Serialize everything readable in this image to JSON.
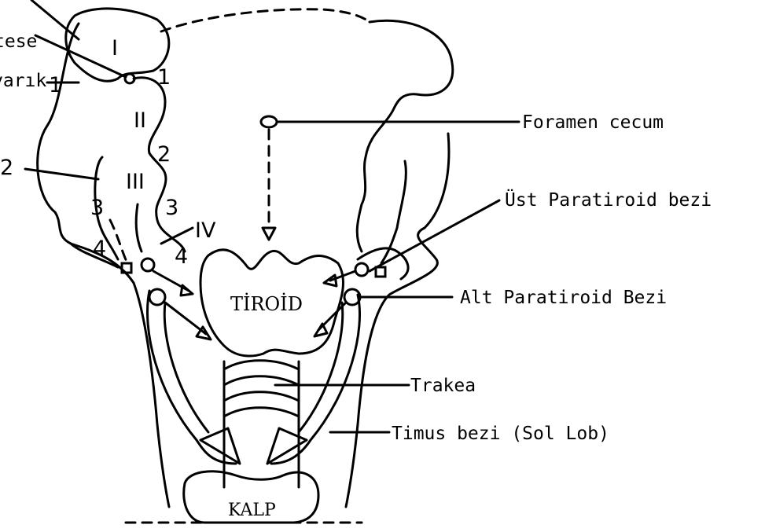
{
  "labels": {
    "top_left_1": "tese",
    "top_left_2": "yarık",
    "foramen": "Foramen cecum",
    "ust_para": "Üst Paratiroid bezi",
    "alt_para": "Alt Paratiroid Bezi",
    "trakea": "Trakea",
    "timus": "Timus bezi (Sol Lob)",
    "tiroid": "TİROİD",
    "kalp": "KALP"
  },
  "arches": {
    "I": "I",
    "II": "II",
    "III": "III",
    "IV": "IV"
  },
  "numbers": {
    "n1a": "1",
    "n1b": "1",
    "n2a": "2",
    "n2b": "2",
    "n3a": "3",
    "n3b": "3",
    "n4a": "4",
    "n4b": "4"
  }
}
